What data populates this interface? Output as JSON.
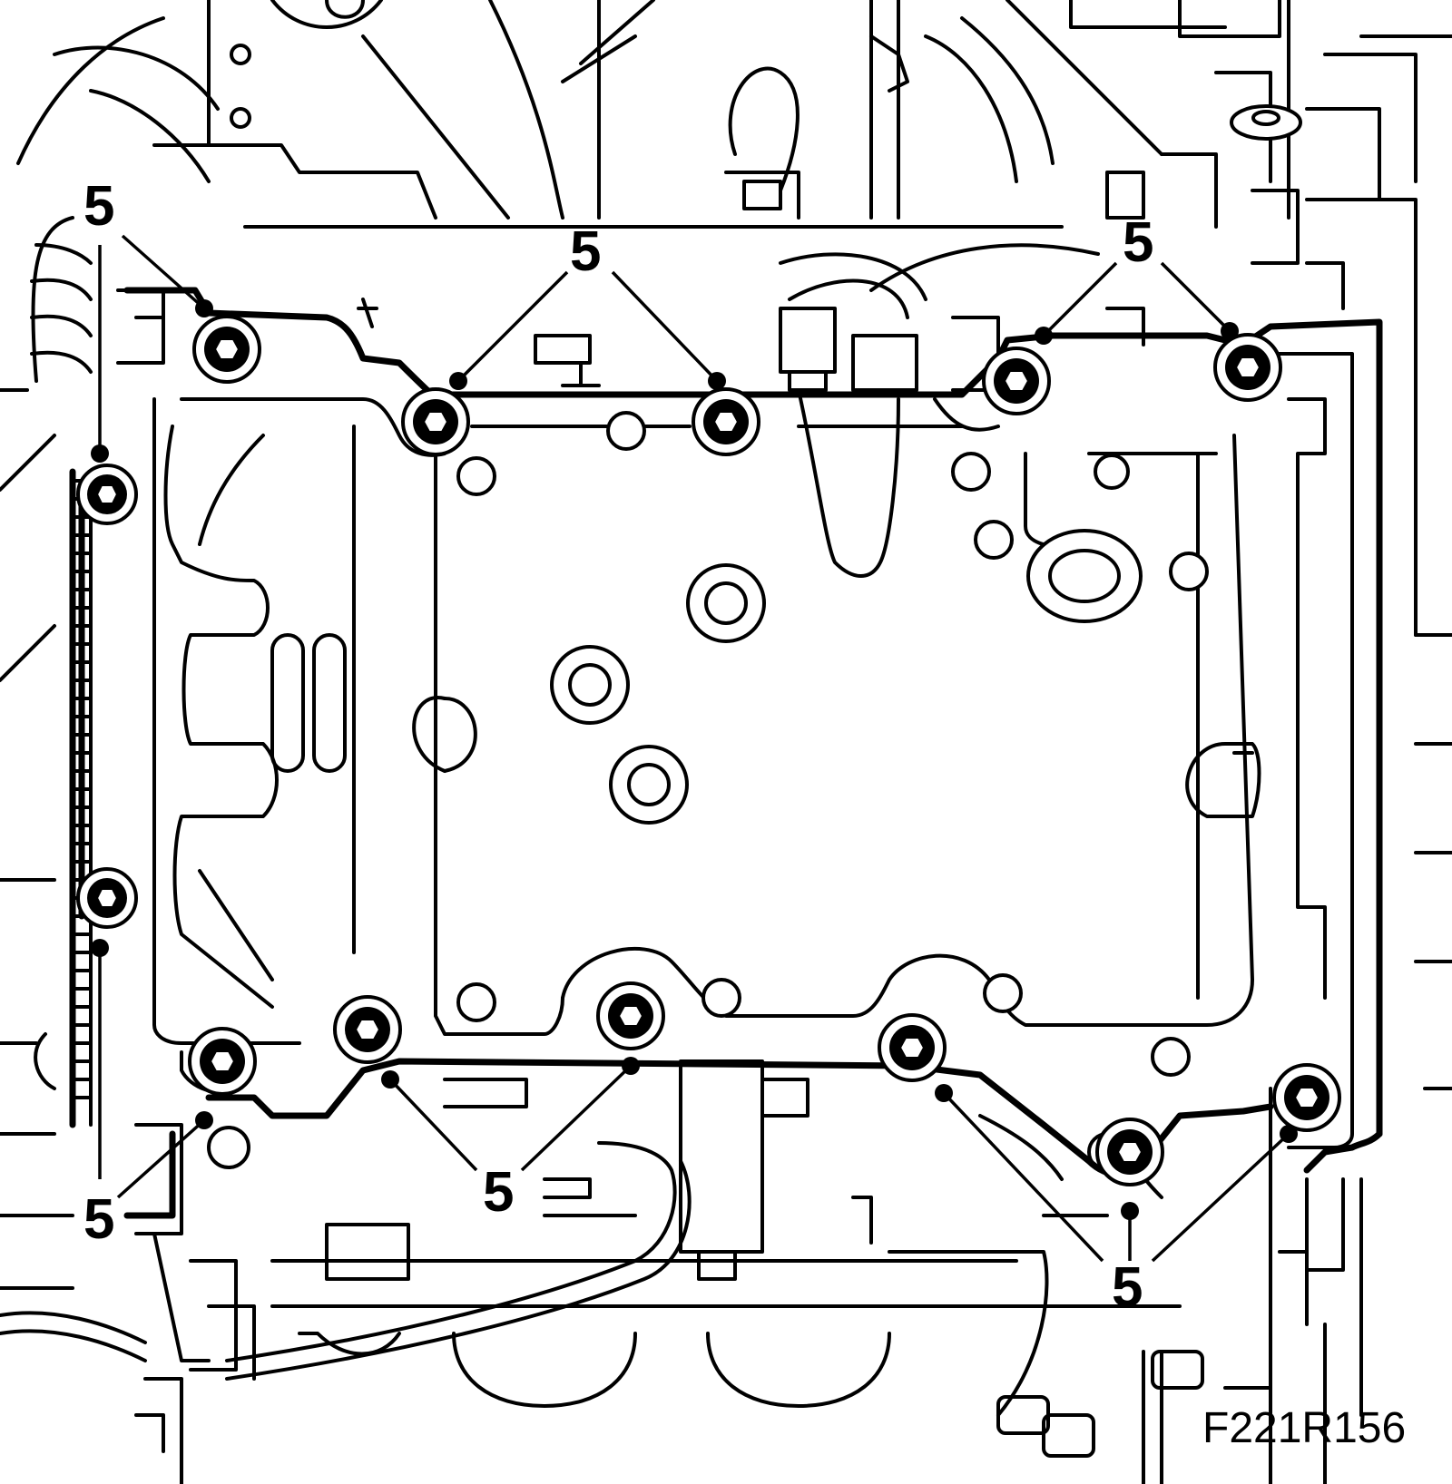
{
  "figure_id": "F221R156",
  "bolt_callout_label": "5",
  "callouts": [
    {
      "id": "top-left",
      "label": "5"
    },
    {
      "id": "top-center",
      "label": "5"
    },
    {
      "id": "top-right",
      "label": "5"
    },
    {
      "id": "bottom-left",
      "label": "5"
    },
    {
      "id": "bottom-center",
      "label": "5"
    },
    {
      "id": "bottom-right",
      "label": "5"
    }
  ],
  "colors": {
    "line": "#000000",
    "background": "#ffffff"
  }
}
